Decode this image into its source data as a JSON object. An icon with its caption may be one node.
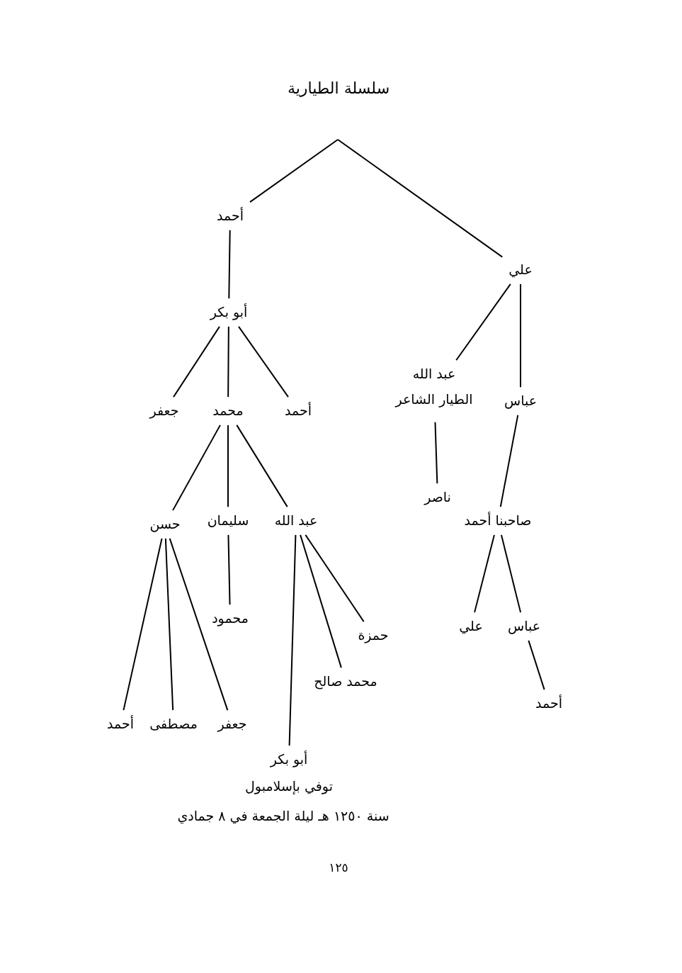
{
  "diagram": {
    "title": "سلسلة الطيارية",
    "nodes": [
      {
        "text": [
          "أحمد"
        ]
      },
      {
        "text": [
          "علي"
        ]
      },
      {
        "text": [
          "أبو بكر"
        ]
      },
      {
        "text": [
          "جعفر"
        ]
      },
      {
        "text": [
          "محمد"
        ]
      },
      {
        "text": [
          "أحمد"
        ]
      },
      {
        "text": [
          "عبد الله",
          "الطيار الشاعر"
        ]
      },
      {
        "text": [
          "عباس"
        ]
      },
      {
        "text": [
          "حسن"
        ]
      },
      {
        "text": [
          "سليمان"
        ]
      },
      {
        "text": [
          "عبد الله"
        ]
      },
      {
        "text": [
          "ناصر"
        ]
      },
      {
        "text": [
          "صاحبنا أحمد"
        ]
      },
      {
        "text": [
          "محمود"
        ]
      },
      {
        "text": [
          "حمزة"
        ]
      },
      {
        "text": [
          "محمد صالح"
        ]
      },
      {
        "text": [
          "علي"
        ]
      },
      {
        "text": [
          "عباس"
        ]
      },
      {
        "text": [
          "أحمد"
        ]
      },
      {
        "text": [
          "مصطفى"
        ]
      },
      {
        "text": [
          "جعفر"
        ]
      },
      {
        "text": [
          "أبو بكر"
        ],
        "beside": [
          "توفي بإسلامبول",
          "سنة ١٢٥٠ هـ ليلة الجمعة في ٨ جمادي"
        ]
      },
      {
        "text": [
          "أحمد"
        ]
      }
    ],
    "edges": [
      {
        "from": null,
        "to": 0,
        "arrow": "none"
      },
      {
        "from": null,
        "to": 1,
        "arrow": "none"
      },
      {
        "from": 0,
        "to": 2,
        "arrow": "none"
      },
      {
        "from": 2,
        "to": 3,
        "arrow": "none"
      },
      {
        "from": 2,
        "to": 4,
        "arrow": "none"
      },
      {
        "from": 2,
        "to": 5,
        "arrow": "none"
      },
      {
        "from": 1,
        "to": 6,
        "arrow": "none"
      },
      {
        "from": 1,
        "to": 7,
        "arrow": "none"
      },
      {
        "from": 4,
        "to": 8,
        "arrow": "none"
      },
      {
        "from": 4,
        "to": 9,
        "arrow": "none"
      },
      {
        "from": 4,
        "to": 10,
        "arrow": "none"
      },
      {
        "from": 6,
        "to": 11,
        "arrow": "none"
      },
      {
        "from": 7,
        "to": 12,
        "arrow": "none"
      },
      {
        "from": 9,
        "to": 13,
        "arrow": "none"
      },
      {
        "from": 10,
        "to": 14,
        "arrow": "none"
      },
      {
        "from": 10,
        "to": 15,
        "arrow": "none"
      },
      {
        "from": 10,
        "to": 21,
        "arrow": "none"
      },
      {
        "from": 8,
        "to": 18,
        "arrow": "none"
      },
      {
        "from": 8,
        "to": 19,
        "arrow": "none"
      },
      {
        "from": 8,
        "to": 20,
        "arrow": "none"
      },
      {
        "from": 12,
        "to": 16,
        "arrow": "none"
      },
      {
        "from": 12,
        "to": 17,
        "arrow": "none"
      },
      {
        "from": 17,
        "to": 22,
        "arrow": "none"
      }
    ],
    "labels": [
      "١٢٥"
    ]
  }
}
